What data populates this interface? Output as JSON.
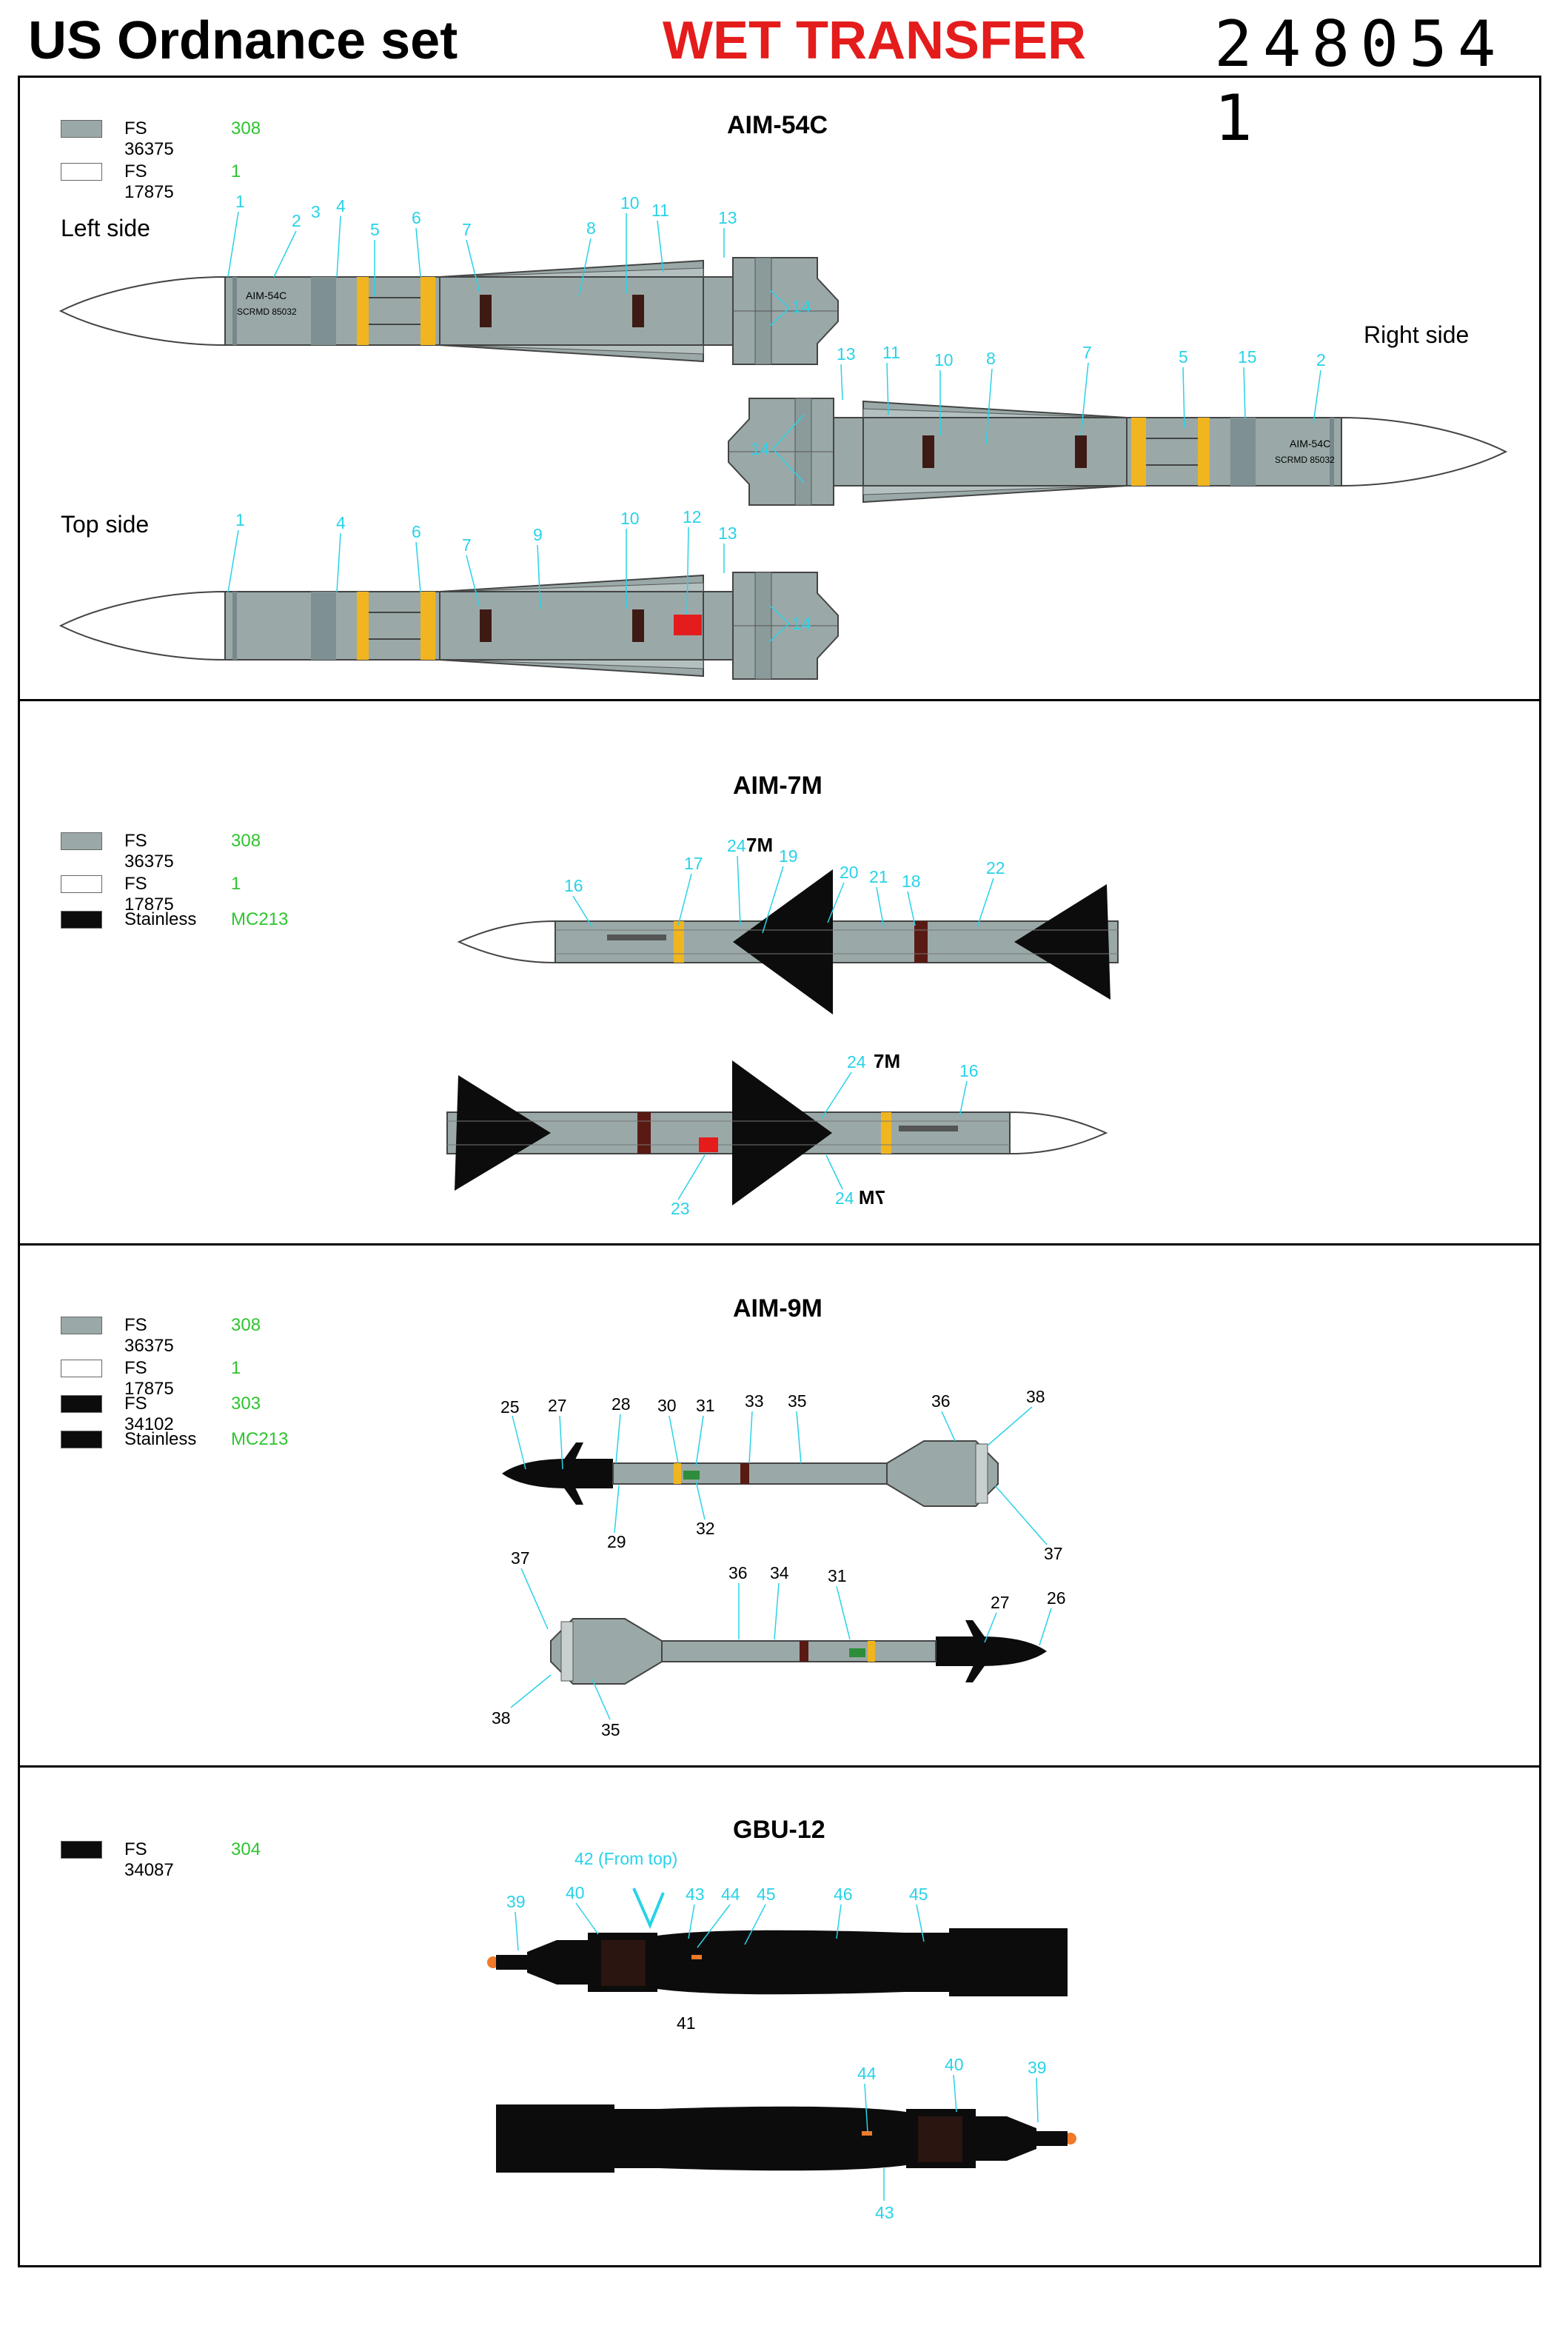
{
  "header": {
    "title": "US Ordnance set",
    "transfer": "WET TRANSFER",
    "code": "248054 1"
  },
  "colors": {
    "gray": "#9aa9a8",
    "white": "#ffffff",
    "black": "#0c0c0c",
    "yellow": "#f1b51f",
    "callout": "#29d2e8",
    "code_green": "#2fc42f",
    "title_red": "#e41c1c"
  },
  "aim54": {
    "title": "AIM-54C",
    "legend": [
      {
        "name": "FS 36375",
        "code": "308",
        "swatch": "#9aa9a8"
      },
      {
        "name": "FS 17875",
        "code": "1",
        "swatch": "#ffffff"
      }
    ],
    "left_side": "Left side",
    "right_side": "Right side",
    "top_side": "Top side",
    "stencil_name": "AIM-54C",
    "stencil_serial": "SCRMD 85032",
    "callouts_left": [
      "1",
      "2",
      "3",
      "4",
      "5",
      "6",
      "7",
      "8",
      "10",
      "11",
      "13",
      "14"
    ],
    "callouts_right": [
      "13",
      "11",
      "10",
      "8",
      "7",
      "5",
      "15",
      "2",
      "14"
    ],
    "callouts_top": [
      "1",
      "4",
      "6",
      "7",
      "9",
      "10",
      "12",
      "13",
      "14"
    ]
  },
  "aim7": {
    "title": "AIM-7M",
    "legend": [
      {
        "name": "FS 36375",
        "code": "308",
        "swatch": "#9aa9a8"
      },
      {
        "name": "FS 17875",
        "code": "1",
        "swatch": "#ffffff"
      },
      {
        "name": "Stainless",
        "code": "MC213",
        "swatch": "#0c0c0c"
      }
    ],
    "fin_mark": "7M",
    "fin_mark_mirrored": "7M",
    "callouts_upper": [
      "16",
      "17",
      "24",
      "19",
      "20",
      "21",
      "18",
      "22"
    ],
    "callouts_lower": [
      "24",
      "16",
      "23",
      "24"
    ]
  },
  "aim9": {
    "title": "AIM-9M",
    "legend": [
      {
        "name": "FS 36375",
        "code": "308",
        "swatch": "#9aa9a8"
      },
      {
        "name": "FS 17875",
        "code": "1",
        "swatch": "#ffffff"
      },
      {
        "name": "FS 34102",
        "code": "303",
        "swatch": "#0c0c0c"
      },
      {
        "name": "Stainless",
        "code": "MC213",
        "swatch": "#0c0c0c"
      }
    ],
    "callouts_upper": [
      "25",
      "27",
      "28",
      "30",
      "31",
      "33",
      "35",
      "36",
      "38",
      "29",
      "32",
      "37"
    ],
    "callouts_lower": [
      "37",
      "36",
      "34",
      "31",
      "27",
      "26",
      "38",
      "35"
    ]
  },
  "gbu12": {
    "title": "GBU-12",
    "legend": [
      {
        "name": "FS 34087",
        "code": "304",
        "swatch": "#0c0c0c"
      }
    ],
    "from_top_label": "42 (From top)",
    "callouts_upper": [
      "39",
      "40",
      "43",
      "44",
      "45",
      "46",
      "45",
      "41"
    ],
    "callouts_lower": [
      "44",
      "40",
      "39",
      "43"
    ]
  }
}
